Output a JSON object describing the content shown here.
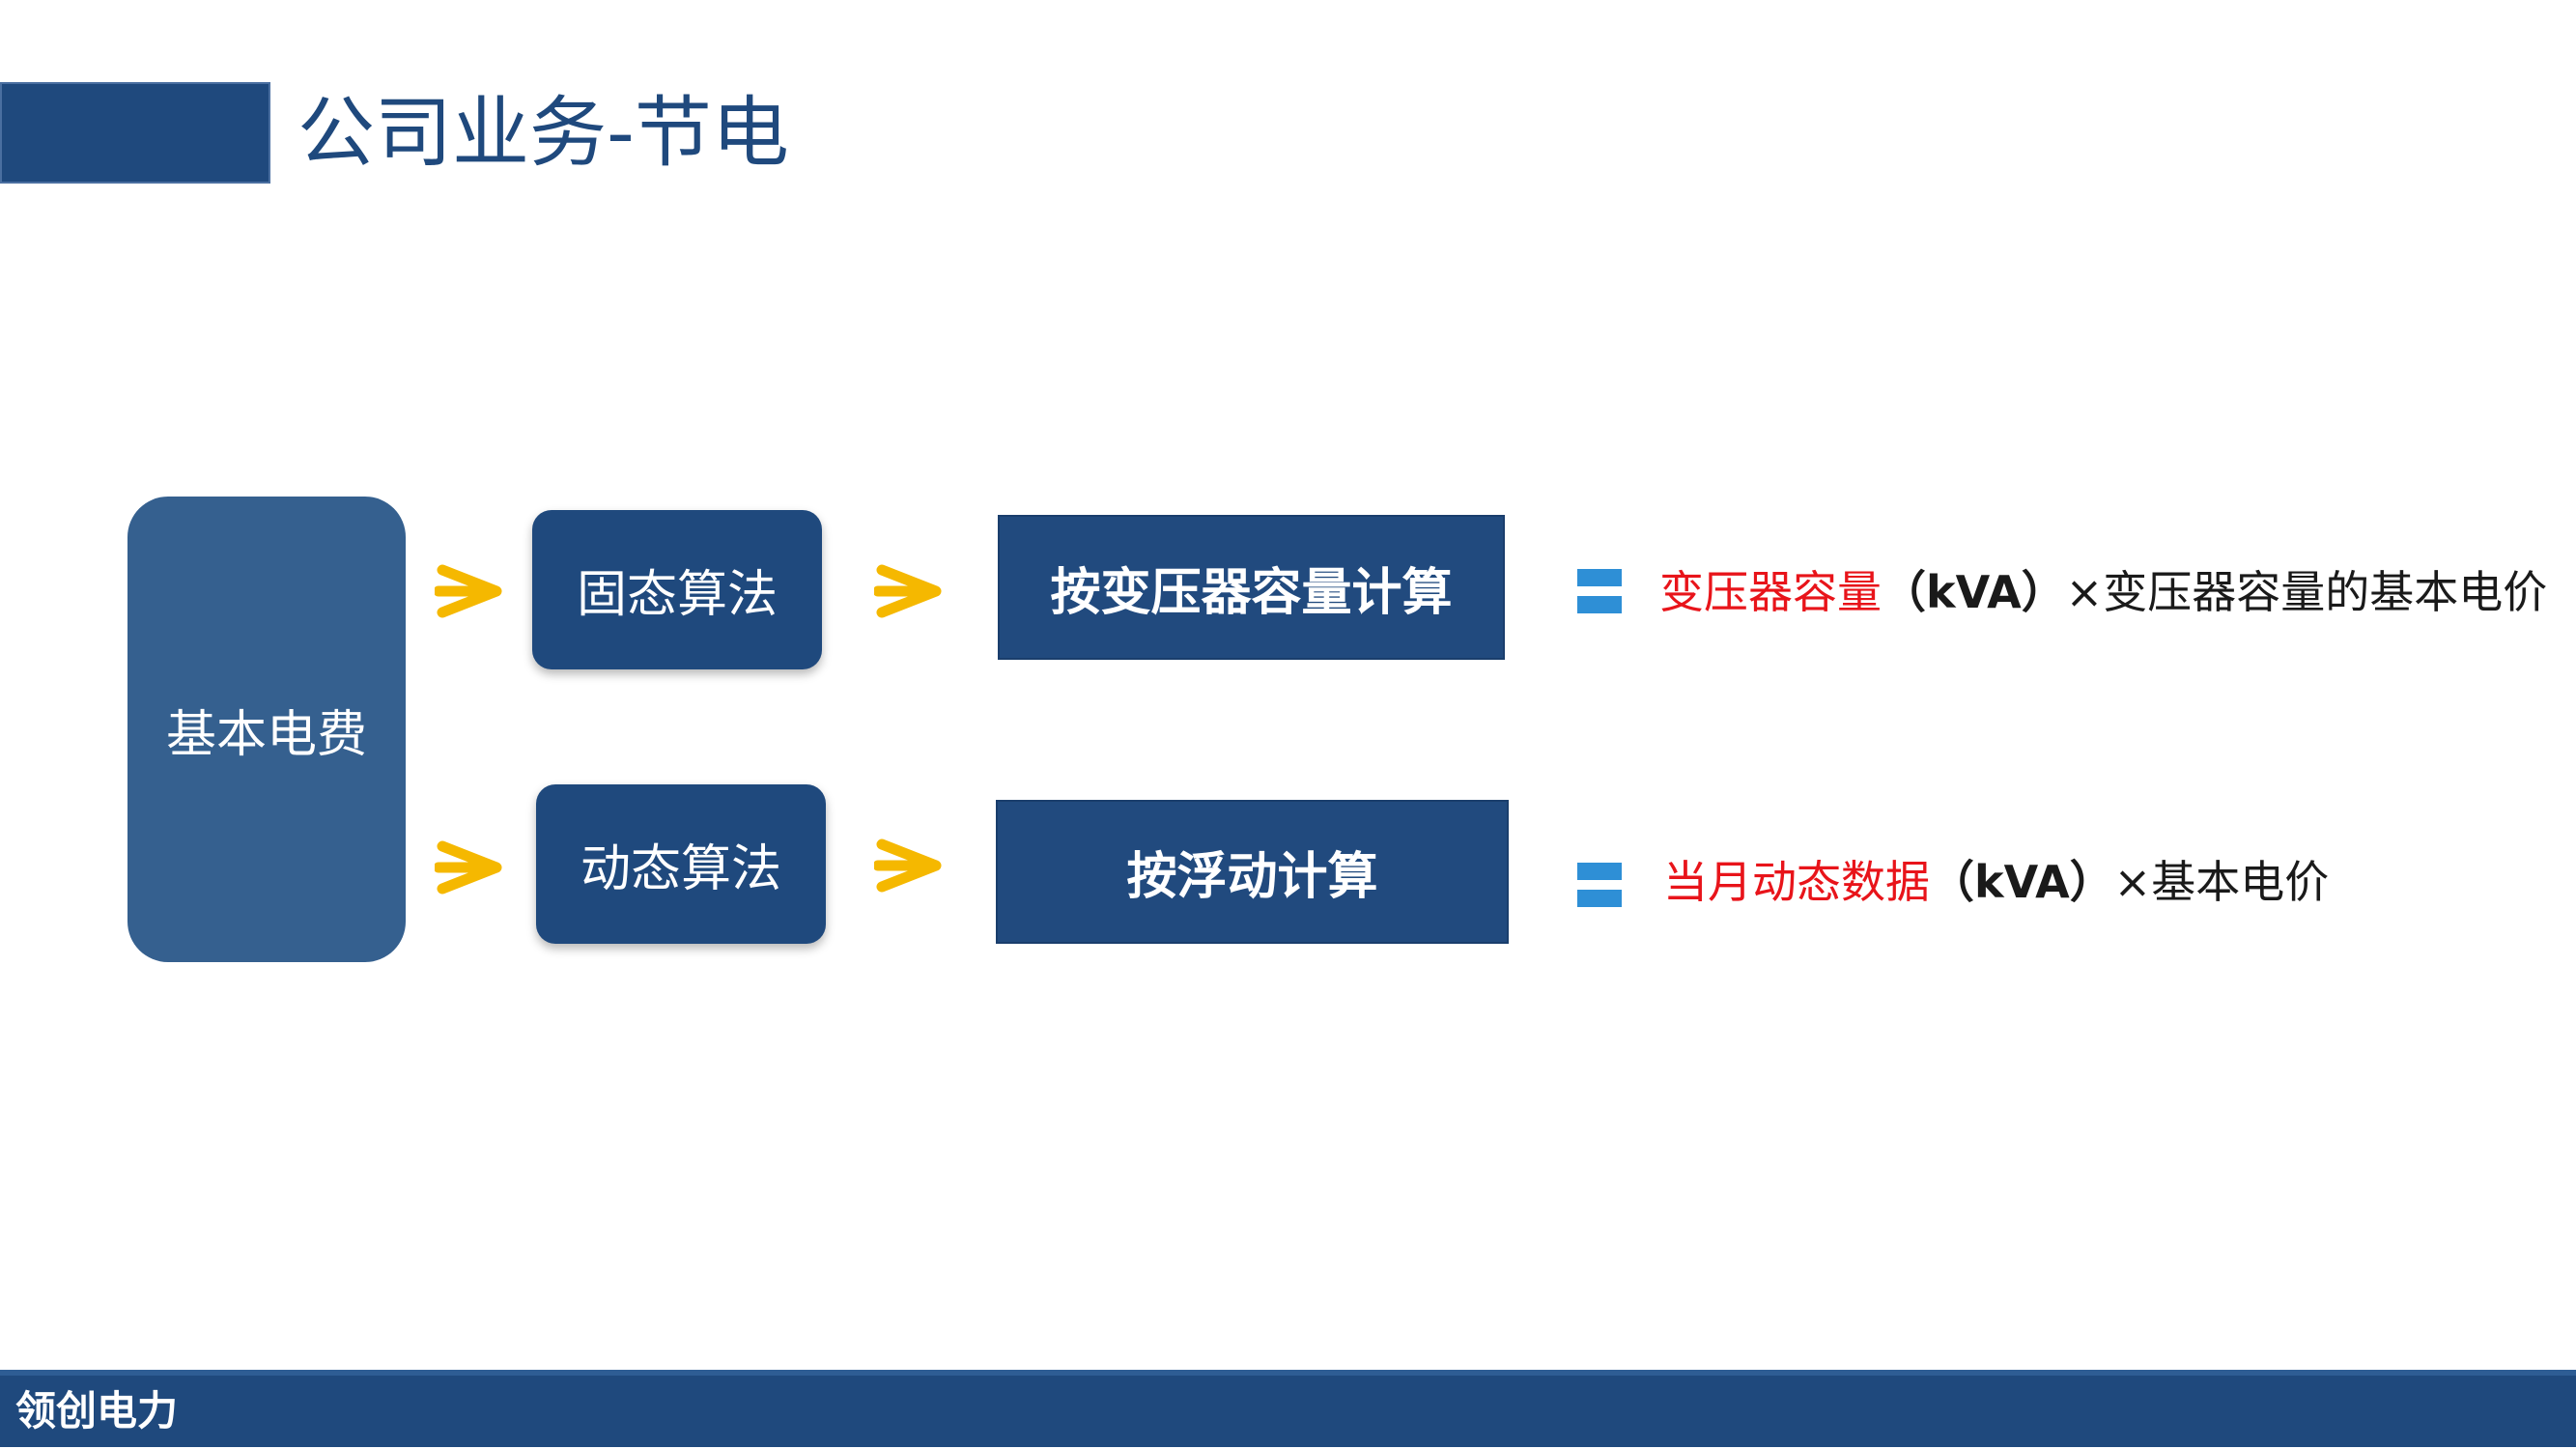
{
  "header": {
    "title": "公司业务-节电"
  },
  "diagram": {
    "root": "基本电费",
    "branches": [
      {
        "algorithm": "固态算法",
        "method": "按变压器容量计算",
        "formula": {
          "highlight": "变压器容量",
          "unit": "（kVA）",
          "rest": "×变压器容量的基本电价"
        }
      },
      {
        "algorithm": "动态算法",
        "method": "按浮动计算",
        "formula": {
          "highlight": "当月动态数据",
          "unit": "（kVA）",
          "rest": "×基本电价"
        }
      }
    ]
  },
  "footer": {
    "company": "领创电力"
  },
  "colors": {
    "brand_blue": "#1f497d",
    "root_blue": "#35608f",
    "arrow_yellow": "#f5b800",
    "equals_blue": "#2e8fd6",
    "highlight_red": "#e8141a"
  }
}
